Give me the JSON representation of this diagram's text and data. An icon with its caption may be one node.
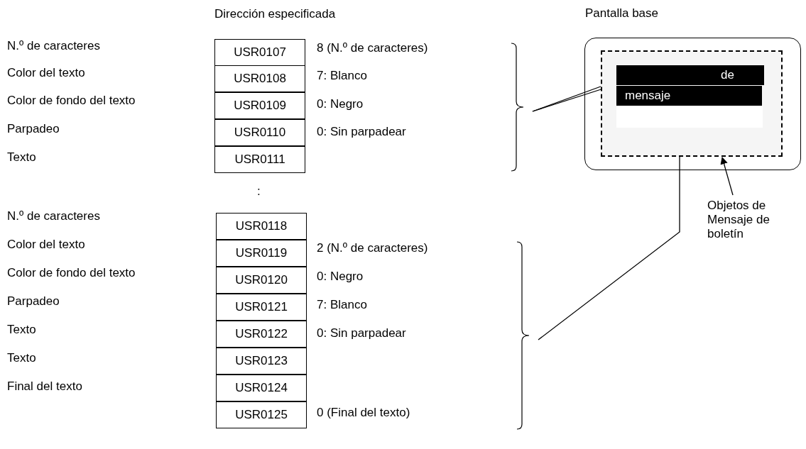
{
  "diagram": {
    "nodes": [
      {
        "text": [
          "Pantalla base"
        ]
      },
      {
        "text": [],
        "shape": "box",
        "in": 0
      },
      {
        "text": [
          "de"
        ],
        "in": 1
      },
      {
        "text": [
          "mensaje"
        ],
        "in": 1
      },
      {
        "text": [],
        "shape": "box",
        "in": 1
      },
      {
        "text": [
          "Objetos de Mensaje de boletín"
        ]
      },
      {
        "text": [],
        "shape": "bracket"
      },
      {
        "text": [],
        "shape": "bracket"
      }
    ],
    "edges": [
      {
        "from": 6,
        "to": 2,
        "arrow": "to"
      },
      {
        "from": 6,
        "to": 3,
        "arrow": "to"
      },
      {
        "from": 7,
        "to": 4,
        "arrow": "to"
      },
      {
        "from": 5,
        "to": 1,
        "arrow": "to"
      }
    ],
    "labels": [
      "Dirección especificada",
      "N.º de caracteres",
      "USR0107",
      "8 (N.º de caracteres)",
      "Color del texto",
      "USR0108",
      "7: Blanco",
      "Color de fondo del texto",
      "USR0109",
      "0: Negro",
      "Parpadeo",
      "USR0110",
      "0: Sin parpadear",
      "Texto",
      "USR0111",
      ":",
      "N.º de caracteres",
      "USR0118",
      "Color del texto",
      "USR0119",
      "2 (N.º de caracteres)",
      "Color de fondo del texto",
      "USR0120",
      "0: Negro",
      "Parpadeo",
      "USR0121",
      "7: Blanco",
      "Texto",
      "USR0122",
      "0: Sin parpadear",
      "Texto",
      "USR0123",
      "Final del texto",
      "USR0124",
      "USR0125",
      "0 (Final del texto)"
    ]
  }
}
